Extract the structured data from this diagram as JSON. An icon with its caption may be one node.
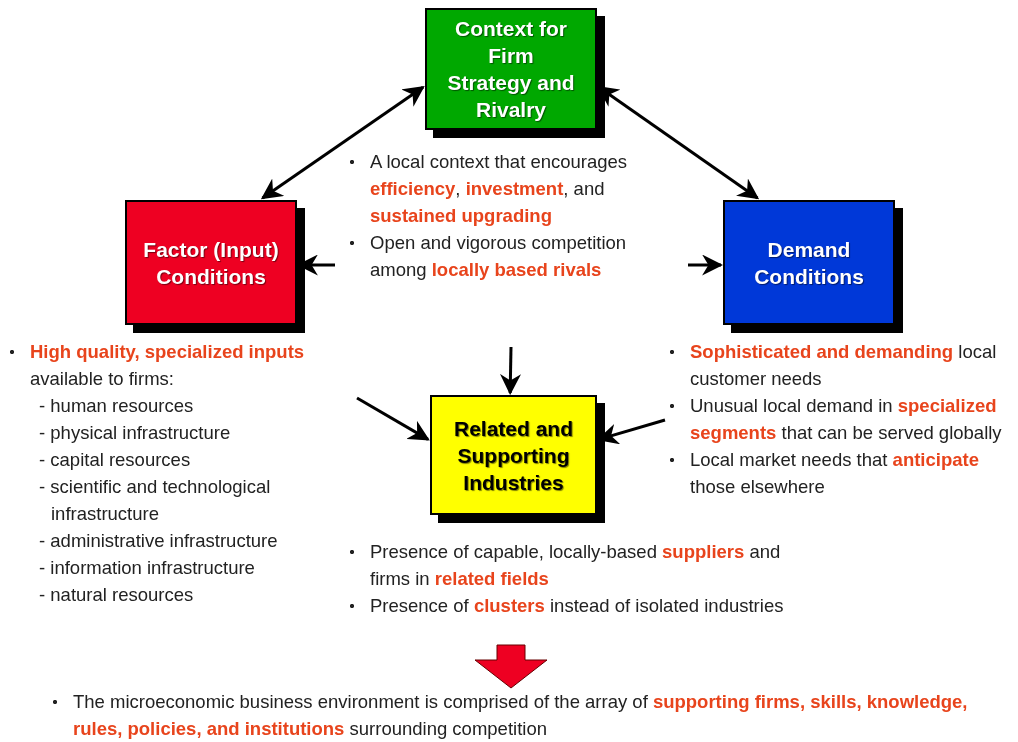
{
  "diagram": {
    "nodes": [
      {
        "text": [
          "Context for Firm Strategy and Rivalry"
        ],
        "beside": [
          "A local context that encourages **efficiency**, **investment**, and **sustained upgrading**",
          "Open and vigorous competition among **locally based rivals**"
        ]
      },
      {
        "text": [
          "Factor (Input) Conditions"
        ],
        "beside": [
          "**High quality, specialized inputs** available to firms:",
          "- human resources",
          "- physical infrastructure",
          "- capital resources",
          "- scientific and technological infrastructure",
          "- administrative infrastructure",
          "- information infrastructure",
          "- natural resources"
        ]
      },
      {
        "text": [
          "Demand Conditions"
        ],
        "beside": [
          "**Sophisticated and demanding** local customer needs",
          "Unusual local demand in **specialized segments** that can be served globally",
          "Local market needs that **anticipate** those elsewhere"
        ]
      },
      {
        "text": [
          "Related and Supporting Industries"
        ],
        "beside": [
          "Presence of capable, locally-based **suppliers** and firms in **related fields**",
          "Presence of **clusters** instead of isolated industries"
        ]
      }
    ],
    "edges": [
      {
        "from": 0,
        "to": 1,
        "arrow": "both"
      },
      {
        "from": 0,
        "to": 2,
        "arrow": "both"
      },
      {
        "from": null,
        "to": 1,
        "arrow": "to"
      },
      {
        "from": null,
        "to": 2,
        "arrow": "to"
      },
      {
        "from": null,
        "to": 3,
        "arrow": "to"
      },
      {
        "from": null,
        "to": 3,
        "arrow": "to"
      },
      {
        "from": null,
        "to": 3,
        "arrow": "to"
      }
    ],
    "labels": [
      "The microeconomic business environment is comprised of the array of **supporting firms, skills, knowledge, rules, policies, and institutions** surrounding competition"
    ]
  }
}
